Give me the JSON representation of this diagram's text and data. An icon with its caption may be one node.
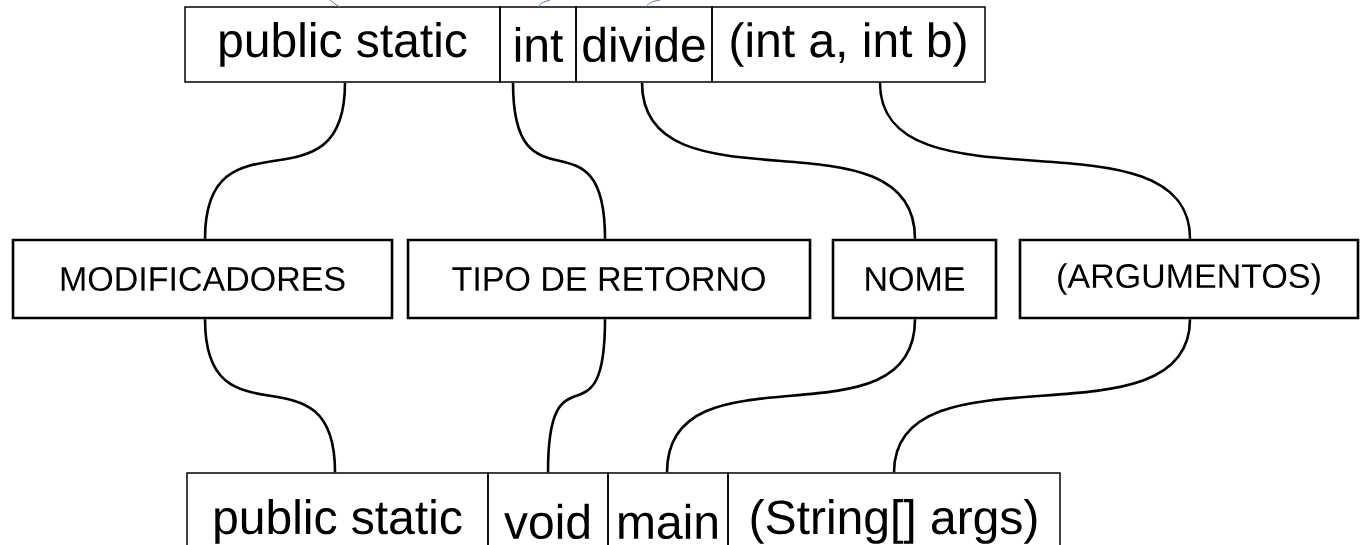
{
  "diagram": {
    "nodes": [
      {
        "text": [
          "public static"
        ]
      },
      {
        "text": [
          "int"
        ]
      },
      {
        "text": [
          "divide"
        ]
      },
      {
        "text": [
          "(int a, int b)"
        ]
      },
      {
        "text": [
          "MODIFICADORES"
        ]
      },
      {
        "text": [
          "TIPO DE RETORNO"
        ]
      },
      {
        "text": [
          "NOME"
        ]
      },
      {
        "text": [
          "(ARGUMENTOS)"
        ]
      },
      {
        "text": [
          "public static"
        ]
      },
      {
        "text": [
          "void"
        ]
      },
      {
        "text": [
          "main"
        ]
      },
      {
        "text": [
          "(String[] args)"
        ]
      }
    ],
    "edges": [
      {
        "from": 0,
        "to": 4,
        "arrow": "none"
      },
      {
        "from": 1,
        "to": 5,
        "arrow": "none"
      },
      {
        "from": 2,
        "to": 6,
        "arrow": "none"
      },
      {
        "from": 3,
        "to": 7,
        "arrow": "none"
      },
      {
        "from": 4,
        "to": 8,
        "arrow": "none"
      },
      {
        "from": 5,
        "to": 9,
        "arrow": "none"
      },
      {
        "from": 6,
        "to": 10,
        "arrow": "none"
      },
      {
        "from": 7,
        "to": 11,
        "arrow": "none"
      }
    ]
  }
}
